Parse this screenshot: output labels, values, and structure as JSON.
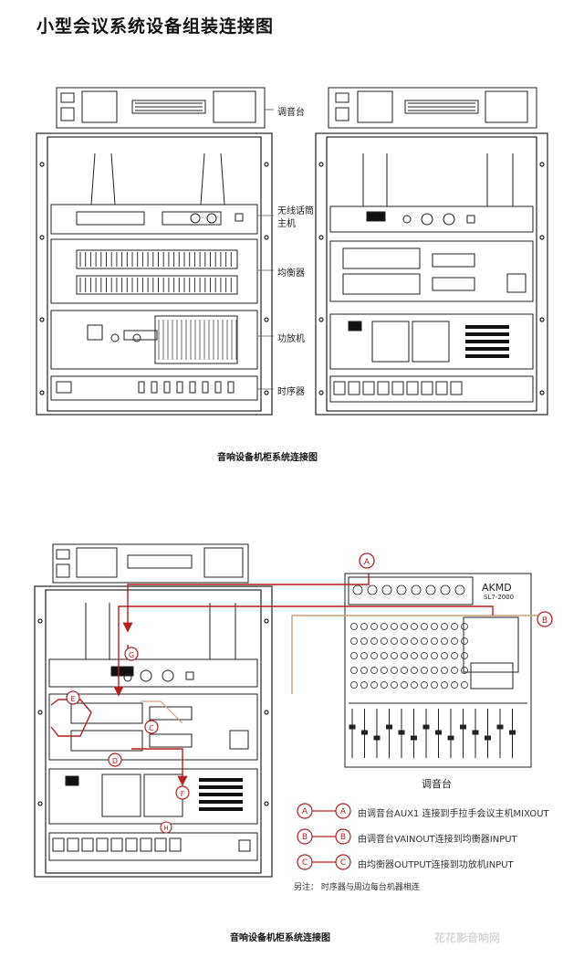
{
  "title": "小型会议系统设备组装连接图",
  "side_labels": {
    "mixer": "调音台",
    "wireless_mic_line1": "无线话筒",
    "wireless_mic_line2": "主机",
    "equalizer": "均衡器",
    "amplifier": "功放机",
    "sequencer": "时序器"
  },
  "caption_top": "音响设备机柜系统连接图",
  "caption_bottom": "音响设备机柜系统连接图",
  "mixer_brand": "AKMD",
  "mixer_model": "SL7-2000",
  "mixer_label_bottom": "调音台",
  "markers": [
    "A",
    "B",
    "C",
    "D",
    "E",
    "F",
    "G",
    "H"
  ],
  "legend": [
    {
      "key": "A",
      "text": "由调音台AUX1 连接到手拉手会议主机MIXOUT"
    },
    {
      "key": "B",
      "text": "由调音台VAINOUT连接到均衡器INPUT"
    },
    {
      "key": "C",
      "text": "由均衡器OUTPUT连接到功放机INPUT"
    }
  ],
  "note": "另注：   时序器与周边每台机器相连",
  "watermark": "花花影音响网",
  "colors": {
    "wire_red": "#b32020",
    "wire_tan": "#c9a27a",
    "line": "#222222"
  }
}
